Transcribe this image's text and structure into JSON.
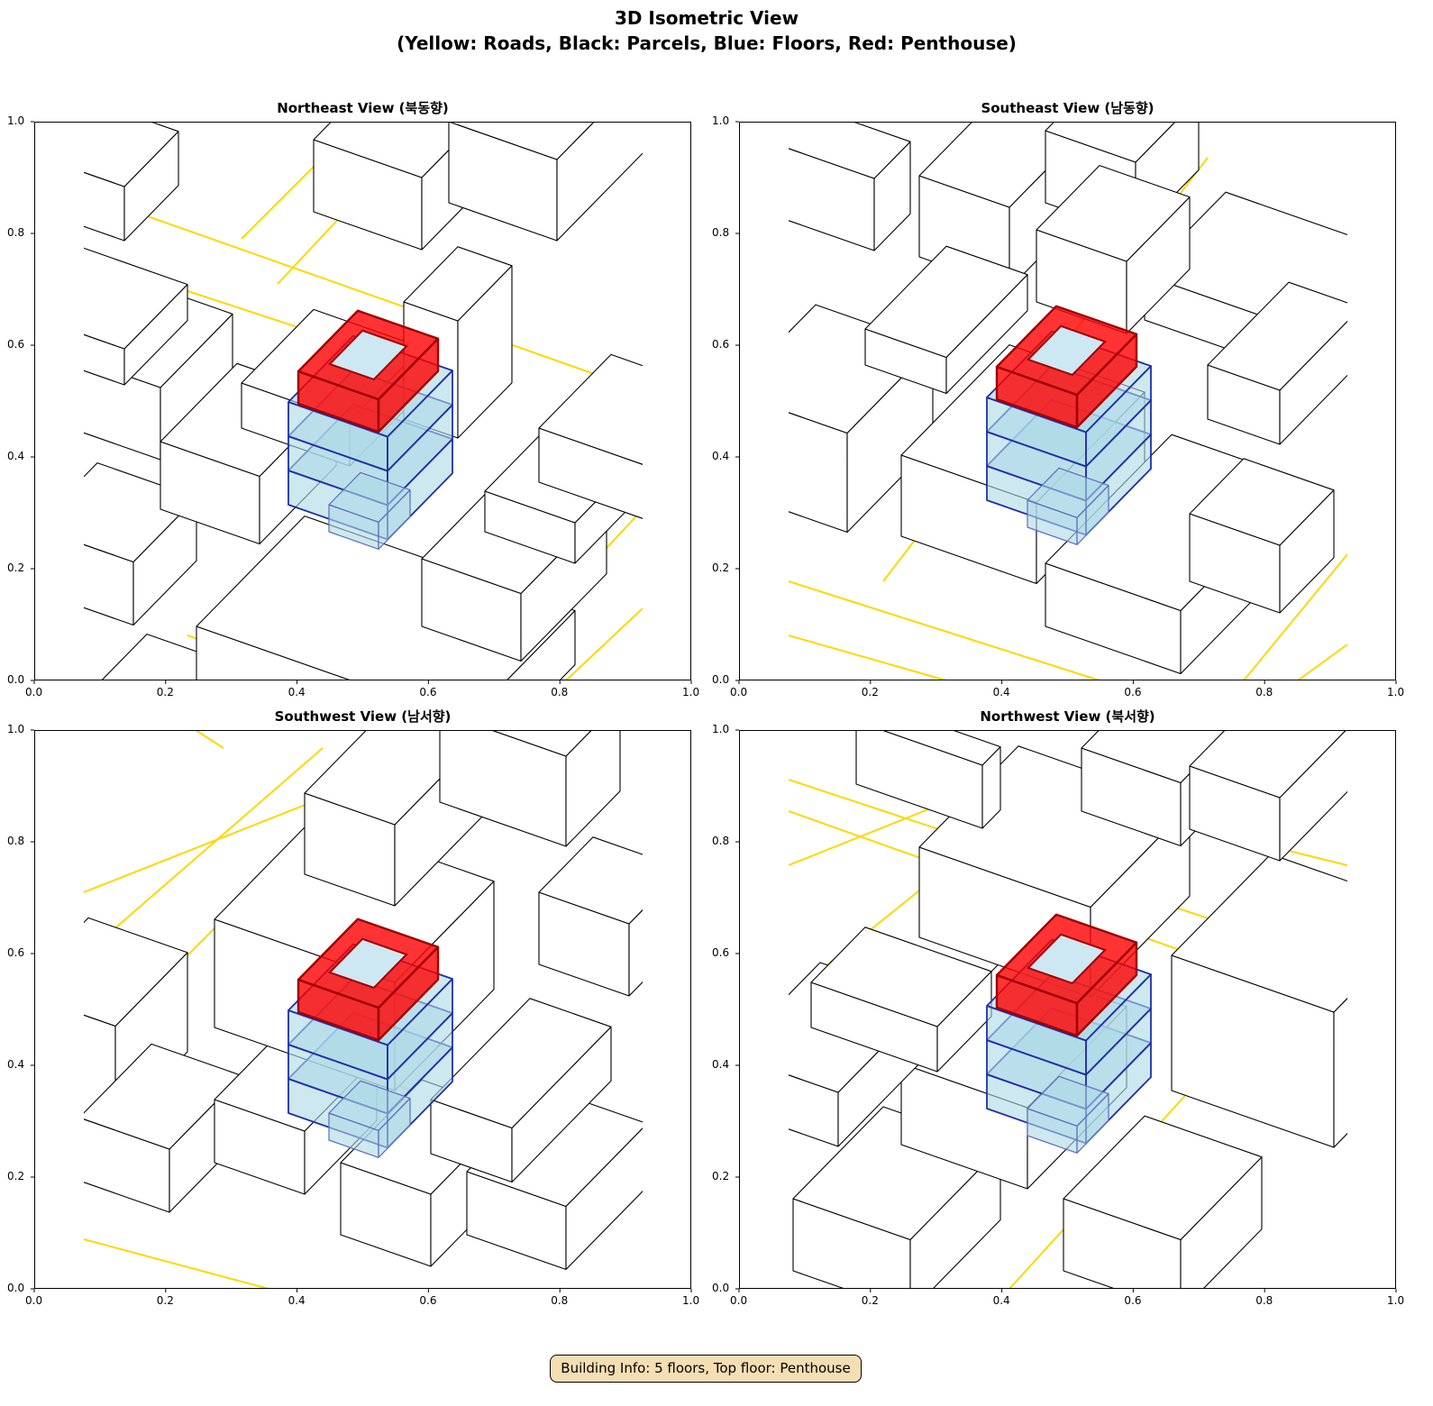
{
  "title_line1": "3D Isometric View",
  "title_line2": "(Yellow: Roads, Black: Parcels, Blue: Floors, Red: Penthouse)",
  "panels": [
    {
      "title": "Northeast View (북동향)"
    },
    {
      "title": "Southeast View (남동향)"
    },
    {
      "title": "Southwest View (남서향)"
    },
    {
      "title": "Northwest View (북서향)"
    }
  ],
  "ticks": [
    "0.0",
    "0.2",
    "0.4",
    "0.6",
    "0.8",
    "1.0"
  ],
  "info": "Building Info: 5 floors, Top floor: Penthouse",
  "building": {
    "floors": 5,
    "top_floor": "Penthouse"
  },
  "colors": {
    "road": "#ffd700",
    "parcel": "#000000",
    "floor_fill": "#add8e6",
    "floor_edge": "#1f2fa8",
    "penthouse": "#ff0000",
    "info_bg": "#f5deb3"
  }
}
